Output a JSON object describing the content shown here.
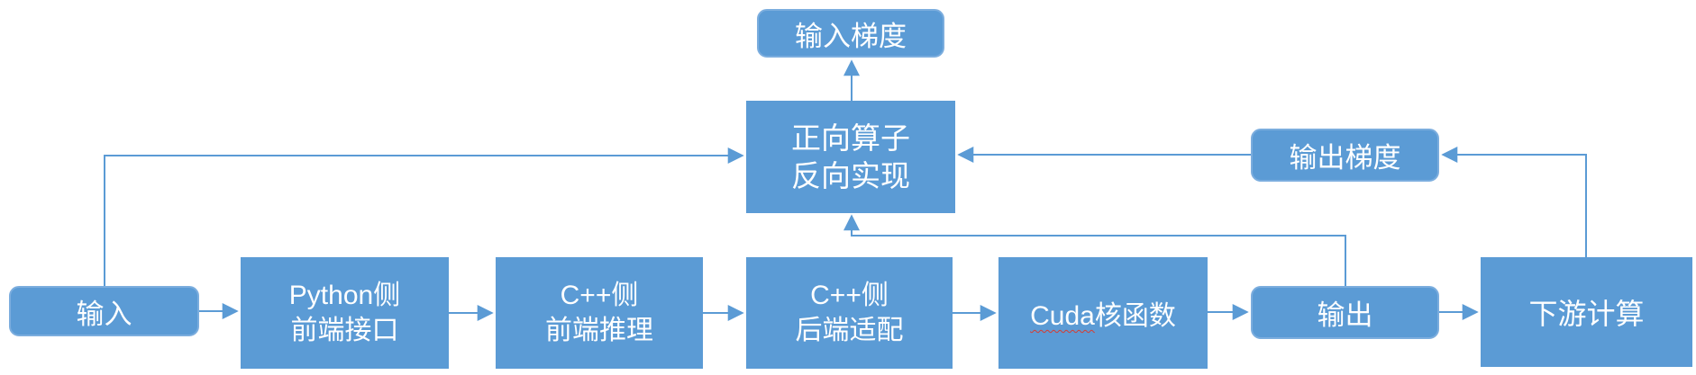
{
  "diagram": {
    "colors": {
      "node_fill": "#5b9bd5",
      "node_border": "#7badde",
      "node_text": "#ffffff",
      "connector": "#5b9bd5",
      "spellcheck_underline": "#d83b2f"
    },
    "nodes": {
      "input_gradient": {
        "label": "输入梯度"
      },
      "backward_impl": {
        "label": "正向算子\n反向实现"
      },
      "output_gradient": {
        "label": "输出梯度"
      },
      "input": {
        "label": "输入"
      },
      "python_frontend": {
        "label": "Python侧\n前端接口"
      },
      "cpp_frontend": {
        "label": "C++侧\n前端推理"
      },
      "cpp_backend": {
        "label": "C++侧\n后端适配"
      },
      "cuda_kernel": {
        "label_en": "Cuda",
        "label_zh": "核函数"
      },
      "output": {
        "label": "输出"
      },
      "downstream": {
        "label": "下游计算"
      }
    },
    "edges": [
      {
        "from": "input",
        "to": "python_frontend"
      },
      {
        "from": "python_frontend",
        "to": "cpp_frontend"
      },
      {
        "from": "cpp_frontend",
        "to": "cpp_backend"
      },
      {
        "from": "cpp_backend",
        "to": "cuda_kernel"
      },
      {
        "from": "cuda_kernel",
        "to": "output"
      },
      {
        "from": "output",
        "to": "downstream"
      },
      {
        "from": "input",
        "to": "backward_impl"
      },
      {
        "from": "output_gradient",
        "to": "backward_impl"
      },
      {
        "from": "output",
        "to": "backward_impl"
      },
      {
        "from": "downstream",
        "to": "output_gradient"
      },
      {
        "from": "backward_impl",
        "to": "input_gradient"
      }
    ]
  }
}
